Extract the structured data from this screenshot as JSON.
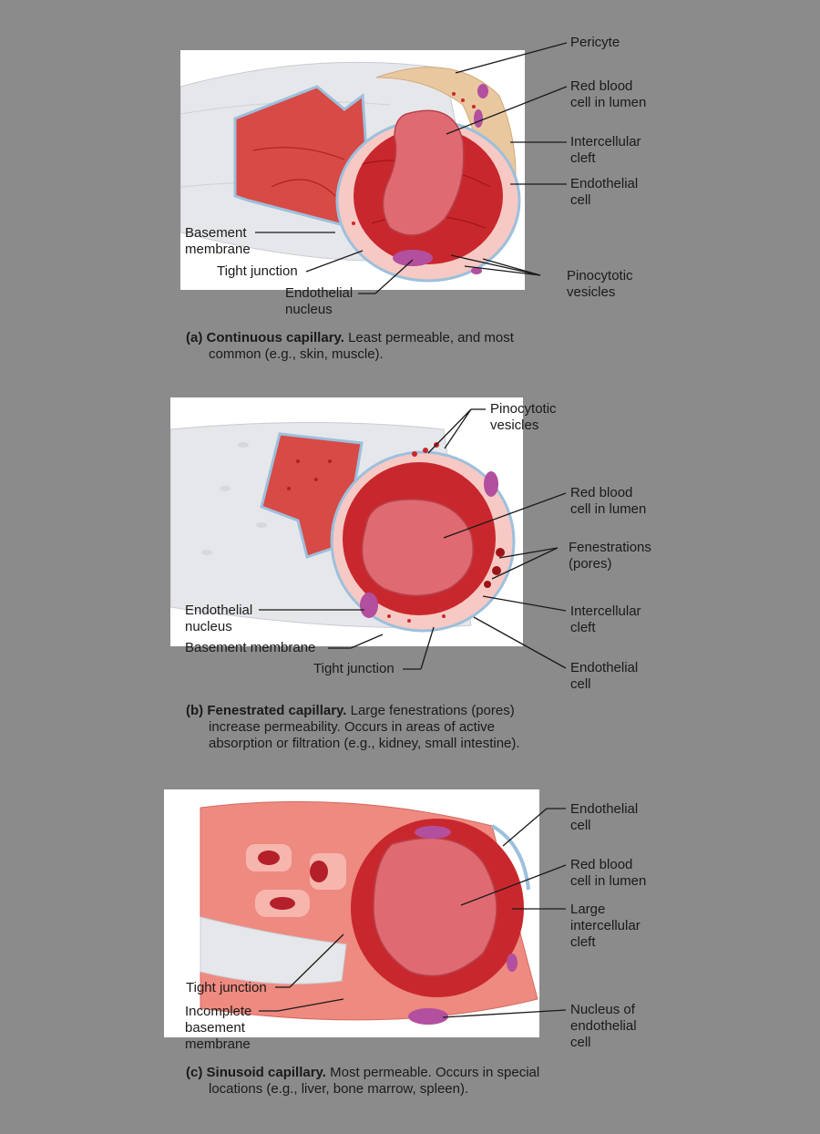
{
  "panels": [
    {
      "tag": "(a)",
      "heading": "Continuous capillary.",
      "first_line": " Least permeable, and most",
      "rest": "common (e.g., skin, muscle).",
      "labels": {
        "pericyte": "Pericyte",
        "rbc": "Red blood\ncell in lumen",
        "cleft": "Intercellular\ncleft",
        "endo_cell": "Endothelial\ncell",
        "basement": "Basement\nmembrane",
        "tight": "Tight junction",
        "nucleus": "Endothelial\nnucleus",
        "vesicles": "Pinocytotic\nvesicles"
      }
    },
    {
      "tag": "(b)",
      "heading": "Fenestrated capillary.",
      "first_line": " Large fenestrations (pores)",
      "rest": "increase permeability. Occurs in areas of active\nabsorption or filtration (e.g., kidney, small intestine).",
      "labels": {
        "vesicles": "Pinocytotic\nvesicles",
        "rbc": "Red blood\ncell in lumen",
        "fenestrations": "Fenestrations\n(pores)",
        "nucleus": "Endothelial\nnucleus",
        "cleft": "Intercellular\ncleft",
        "basement": "Basement membrane",
        "endo_cell": "Endothelial\ncell",
        "tight": "Tight junction"
      }
    },
    {
      "tag": "(c)",
      "heading": "Sinusoid capillary.",
      "first_line": " Most permeable. Occurs in special",
      "rest": "locations (e.g., liver, bone marrow, spleen).",
      "labels": {
        "endo_cell": "Endothelial\ncell",
        "rbc": "Red blood\ncell in lumen",
        "cleft": "Large\nintercellular\ncleft",
        "tight": "Tight junction",
        "basement": "Incomplete\nbasement\nmembrane",
        "nucleus": "Nucleus of\nendothelial\ncell"
      }
    }
  ],
  "colors": {
    "background": "#8b8b8b",
    "panel": "#ffffff",
    "vessel_wall": "#e8e8ec",
    "lumen": "#d63a3a",
    "lumen_dark": "#b11f25",
    "rbc": "#e06a72",
    "endothelium": "#f7c9c4",
    "nucleus": "#b24f9e",
    "basement": "#8fb3d1",
    "pericyte": "#e9c8a0"
  }
}
